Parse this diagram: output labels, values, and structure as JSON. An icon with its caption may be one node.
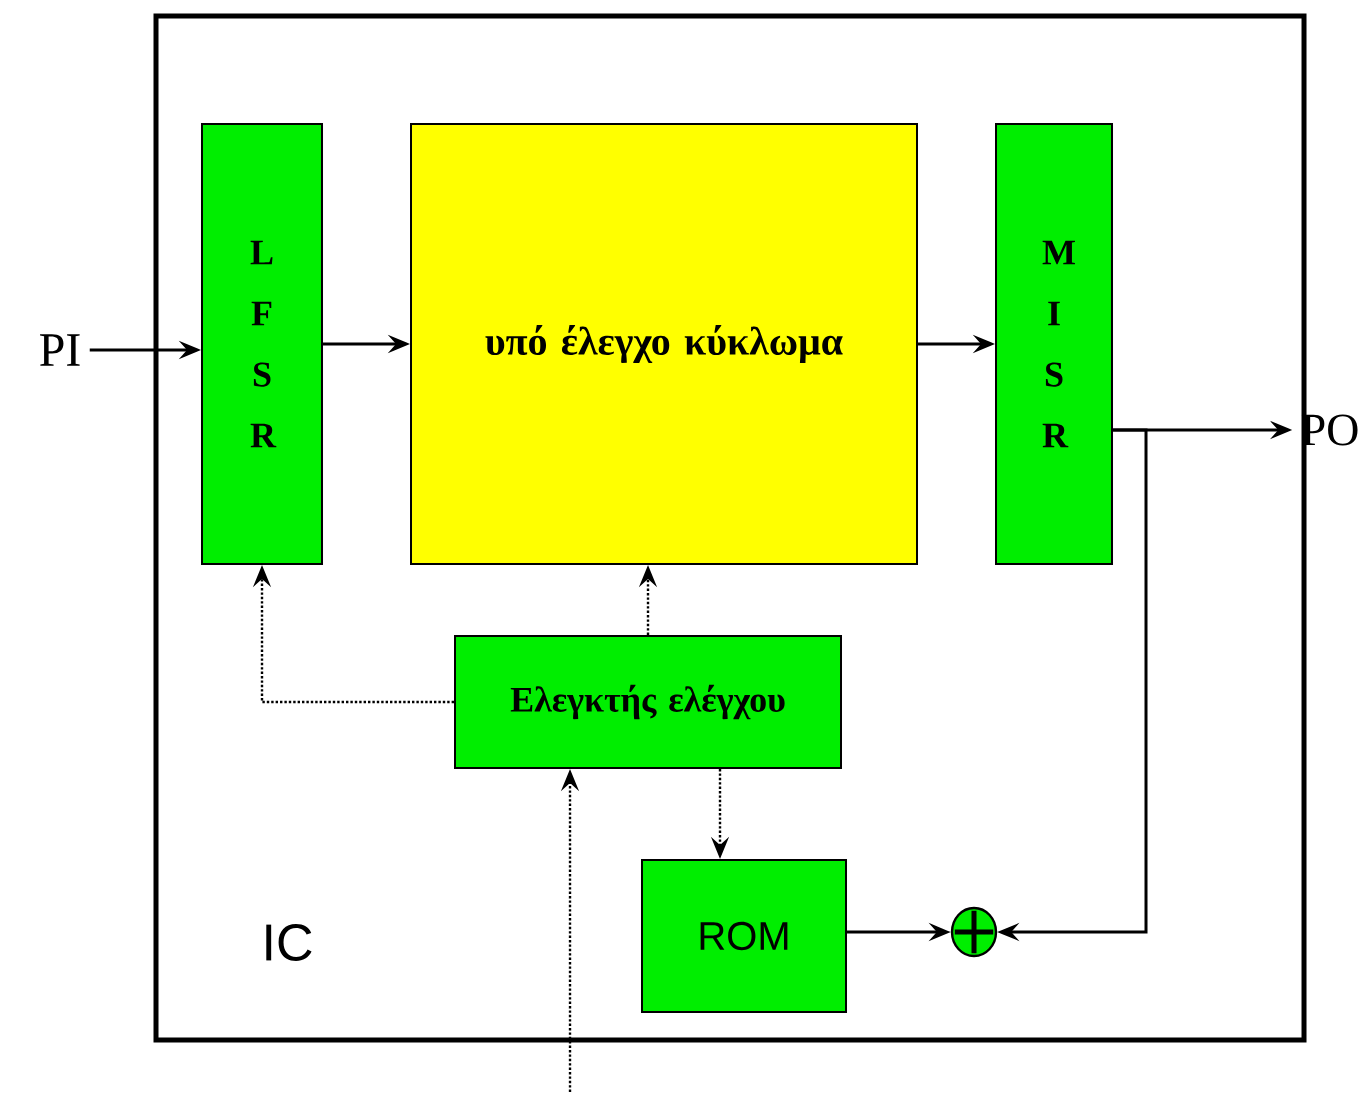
{
  "diagram": {
    "nodes": [
      {
        "text": [
          "IC"
        ]
      },
      {
        "text": [
          "PI"
        ]
      },
      {
        "text": [
          "L F S R"
        ],
        "in": 0
      },
      {
        "text": [
          "υπό έλεγχο κύκλωμα"
        ],
        "in": 0
      },
      {
        "text": [
          "M I S R"
        ],
        "in": 0
      },
      {
        "text": [
          "PO"
        ]
      },
      {
        "text": [
          "Ελεγκτής ελέγχου"
        ],
        "in": 0
      },
      {
        "text": [
          "ROM"
        ],
        "in": 0
      },
      {
        "text": [],
        "shape": "circle",
        "in": 0
      }
    ],
    "edges": [
      {
        "from": 1,
        "to": 2,
        "arrow": "to"
      },
      {
        "from": 2,
        "to": 3,
        "arrow": "to"
      },
      {
        "from": 3,
        "to": 4,
        "arrow": "to"
      },
      {
        "from": 4,
        "to": 5,
        "arrow": "to"
      },
      {
        "from": 4,
        "to": 8,
        "arrow": "to"
      },
      {
        "from": 7,
        "to": 8,
        "arrow": "to"
      },
      {
        "from": 6,
        "to": 2,
        "arrow": "to",
        "style": "dashed"
      },
      {
        "from": 6,
        "to": 3,
        "arrow": "to",
        "style": "dashed"
      },
      {
        "from": 6,
        "to": 7,
        "arrow": "to",
        "style": "dashed"
      },
      {
        "from": null,
        "to": 6,
        "arrow": "to",
        "style": "dashed"
      }
    ]
  }
}
